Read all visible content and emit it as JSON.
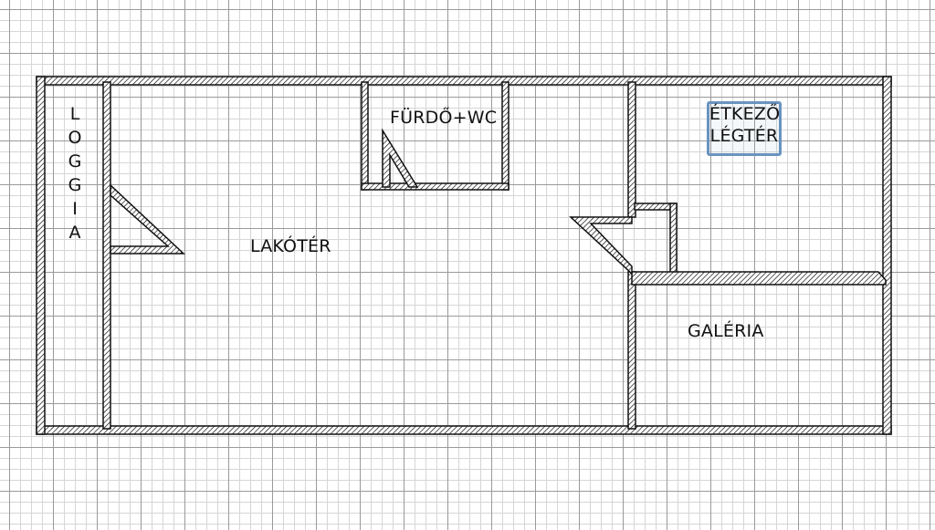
{
  "rooms": {
    "loggia": "LOGGIA",
    "lakoter": "LAKÓTÉR",
    "furdo": "FÜRDŐ+WC",
    "etkezo_line1": "ÉTKEZŐ",
    "etkezo_line2": "LÉGTÉR",
    "galeria": "GALÉRIA"
  },
  "colors": {
    "wall_outline": "#111111",
    "wall_fill": "#ffffff",
    "selection": "#6a93bf",
    "grid_major": "#9a9a9a",
    "grid_minor": "#d6d6d6"
  }
}
